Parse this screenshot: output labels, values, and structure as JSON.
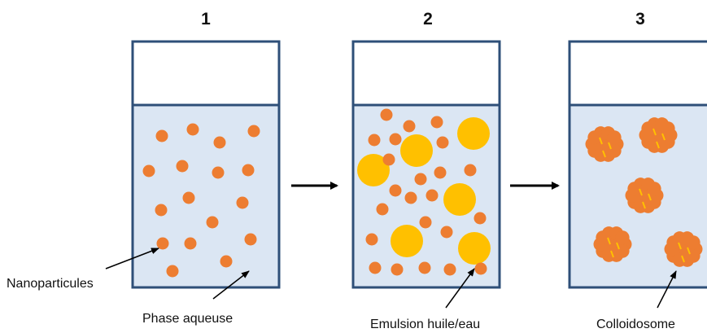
{
  "steps": [
    {
      "number": "1",
      "caption": "Phase aqueuse",
      "side_label": "Nanoparticules"
    },
    {
      "number": "2",
      "caption": "Emulsion huile/eau"
    },
    {
      "number": "3",
      "caption": "Colloidosome"
    }
  ],
  "colors": {
    "beaker_outline": "#2e4f78",
    "aqueous_phase": "#dbe6f3",
    "nanoparticle": "#ed7d31",
    "oil_droplet": "#ffc000",
    "arrow": "#000000"
  }
}
